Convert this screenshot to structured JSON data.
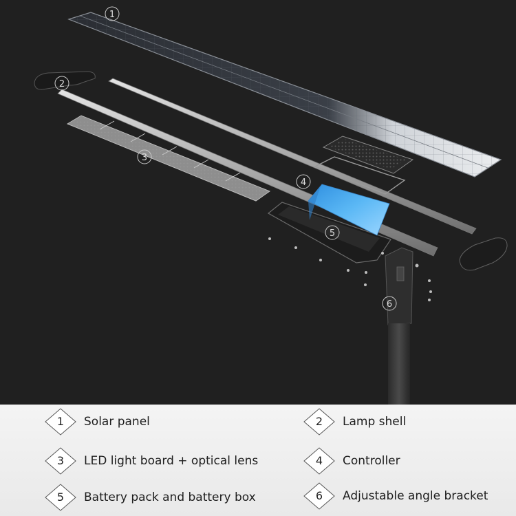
{
  "diagram": {
    "callouts": [
      {
        "number": "1"
      },
      {
        "number": "2"
      },
      {
        "number": "3"
      },
      {
        "number": "4"
      },
      {
        "number": "5"
      },
      {
        "number": "6"
      }
    ]
  },
  "legend": {
    "items": [
      {
        "number": "1",
        "label": "Solar panel"
      },
      {
        "number": "2",
        "label": "Lamp shell"
      },
      {
        "number": "3",
        "label": "LED light board + optical lens"
      },
      {
        "number": "4",
        "label": "Controller"
      },
      {
        "number": "5",
        "label": "Battery pack and battery box"
      },
      {
        "number": "6",
        "label": "Adjustable angle bracket"
      }
    ]
  },
  "colors": {
    "background": "#202020",
    "battery": "#4aaef0",
    "legend_background": "#f1f1f1"
  }
}
